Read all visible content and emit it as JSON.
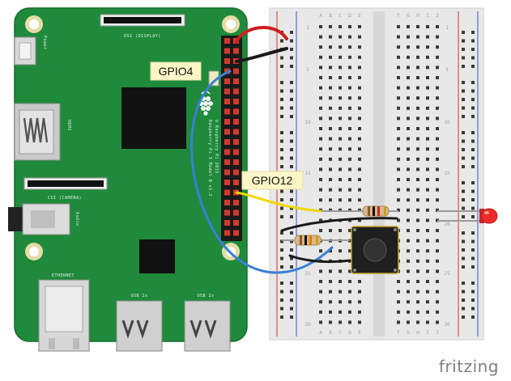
{
  "board": {
    "dsi_label": "DSI (DISPLAY)",
    "power_label": "Power",
    "hdmi_label": "HDMI",
    "csi_label": "CSI (CAMERA)",
    "audio_label": "Audio",
    "ethernet_label": "ETHERNET",
    "usb_label_1": "USB 2x",
    "usb_label_2": "USB 2x",
    "model_line1": "Raspberry Pi 3 Model B v1.2",
    "model_line2": "© Raspberry Pi 2015"
  },
  "callouts": {
    "gpio4": "GPIO4",
    "gpio12": "GPIO12"
  },
  "breadboard": {
    "cols_left": [
      "A",
      "B",
      "C",
      "D",
      "E"
    ],
    "cols_right": [
      "F",
      "G",
      "H",
      "I",
      "J"
    ],
    "row_marks": [
      "1",
      "5",
      "10",
      "15",
      "20",
      "25",
      "30"
    ]
  },
  "wire_colors": {
    "red": "#cc1f1f",
    "black": "#1a1a1a",
    "blue": "#3b7fd6",
    "yellow": "#f2d600"
  },
  "brand": "fritzing"
}
